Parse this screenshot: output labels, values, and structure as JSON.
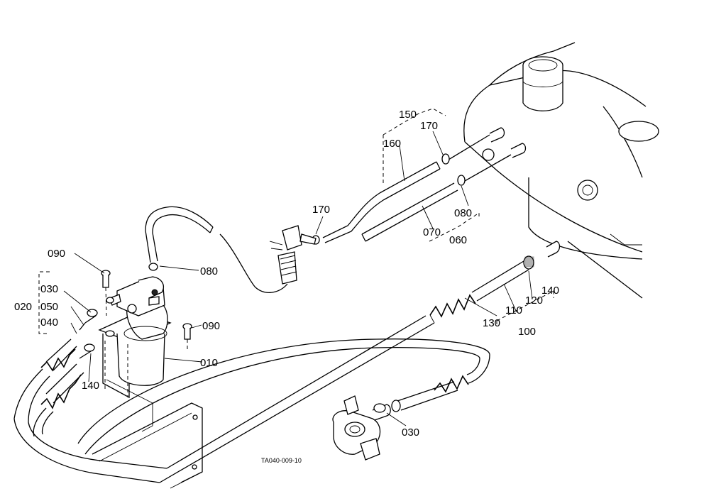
{
  "drawing_code": "TA040-009-10",
  "labels": {
    "p010": "010",
    "p020": "020",
    "p030_left": "030",
    "p030_bottom": "030",
    "p040": "040",
    "p050": "050",
    "p060": "060",
    "p070": "070",
    "p080_top": "080",
    "p080_left": "080",
    "p090_top": "090",
    "p090_right": "090",
    "p100": "100",
    "p110": "110",
    "p120": "120",
    "p130": "130",
    "p140_right": "140",
    "p140_left": "140",
    "p150": "150",
    "p160": "160",
    "p170_top": "170",
    "p170_mid": "170"
  }
}
